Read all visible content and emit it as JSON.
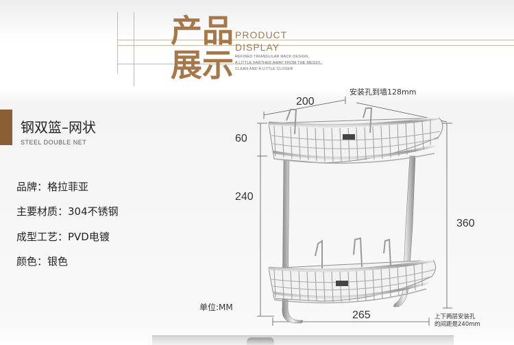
{
  "header": {
    "title_cn_line1": "产品",
    "title_cn_line2": "展示",
    "title_en_line1": "PRODUCT",
    "title_en_line2": "DISPLAY",
    "tagline": [
      "REFINED TRIANGULAR RACK DESIGN,",
      "A LITTLE FARTHER AWAY FROM THE MESSY,",
      "CLEAN AND A LITTLE CLOSER"
    ]
  },
  "product": {
    "name_cn": "钢双篮–网状",
    "name_en": "STEEL DOUBLE NET"
  },
  "specs": [
    "品牌：格拉菲亚",
    "主要材质：304不锈钢",
    "成型工艺：PVD电镀",
    "颜色：银色"
  ],
  "dimensions": {
    "width_top": "200",
    "hole_to_wall": "安装孔到墙128mm",
    "basket_height": "60",
    "gap_height": "240",
    "total_height": "360",
    "base_width": "265",
    "hole_note": [
      "上下两层安装孔",
      "的间距是240mm"
    ],
    "unit_label": "单位:MM"
  },
  "colors": {
    "brand_brown": "#a87748",
    "accent": "#8b5e34",
    "chrome": "#c8c8c8"
  }
}
